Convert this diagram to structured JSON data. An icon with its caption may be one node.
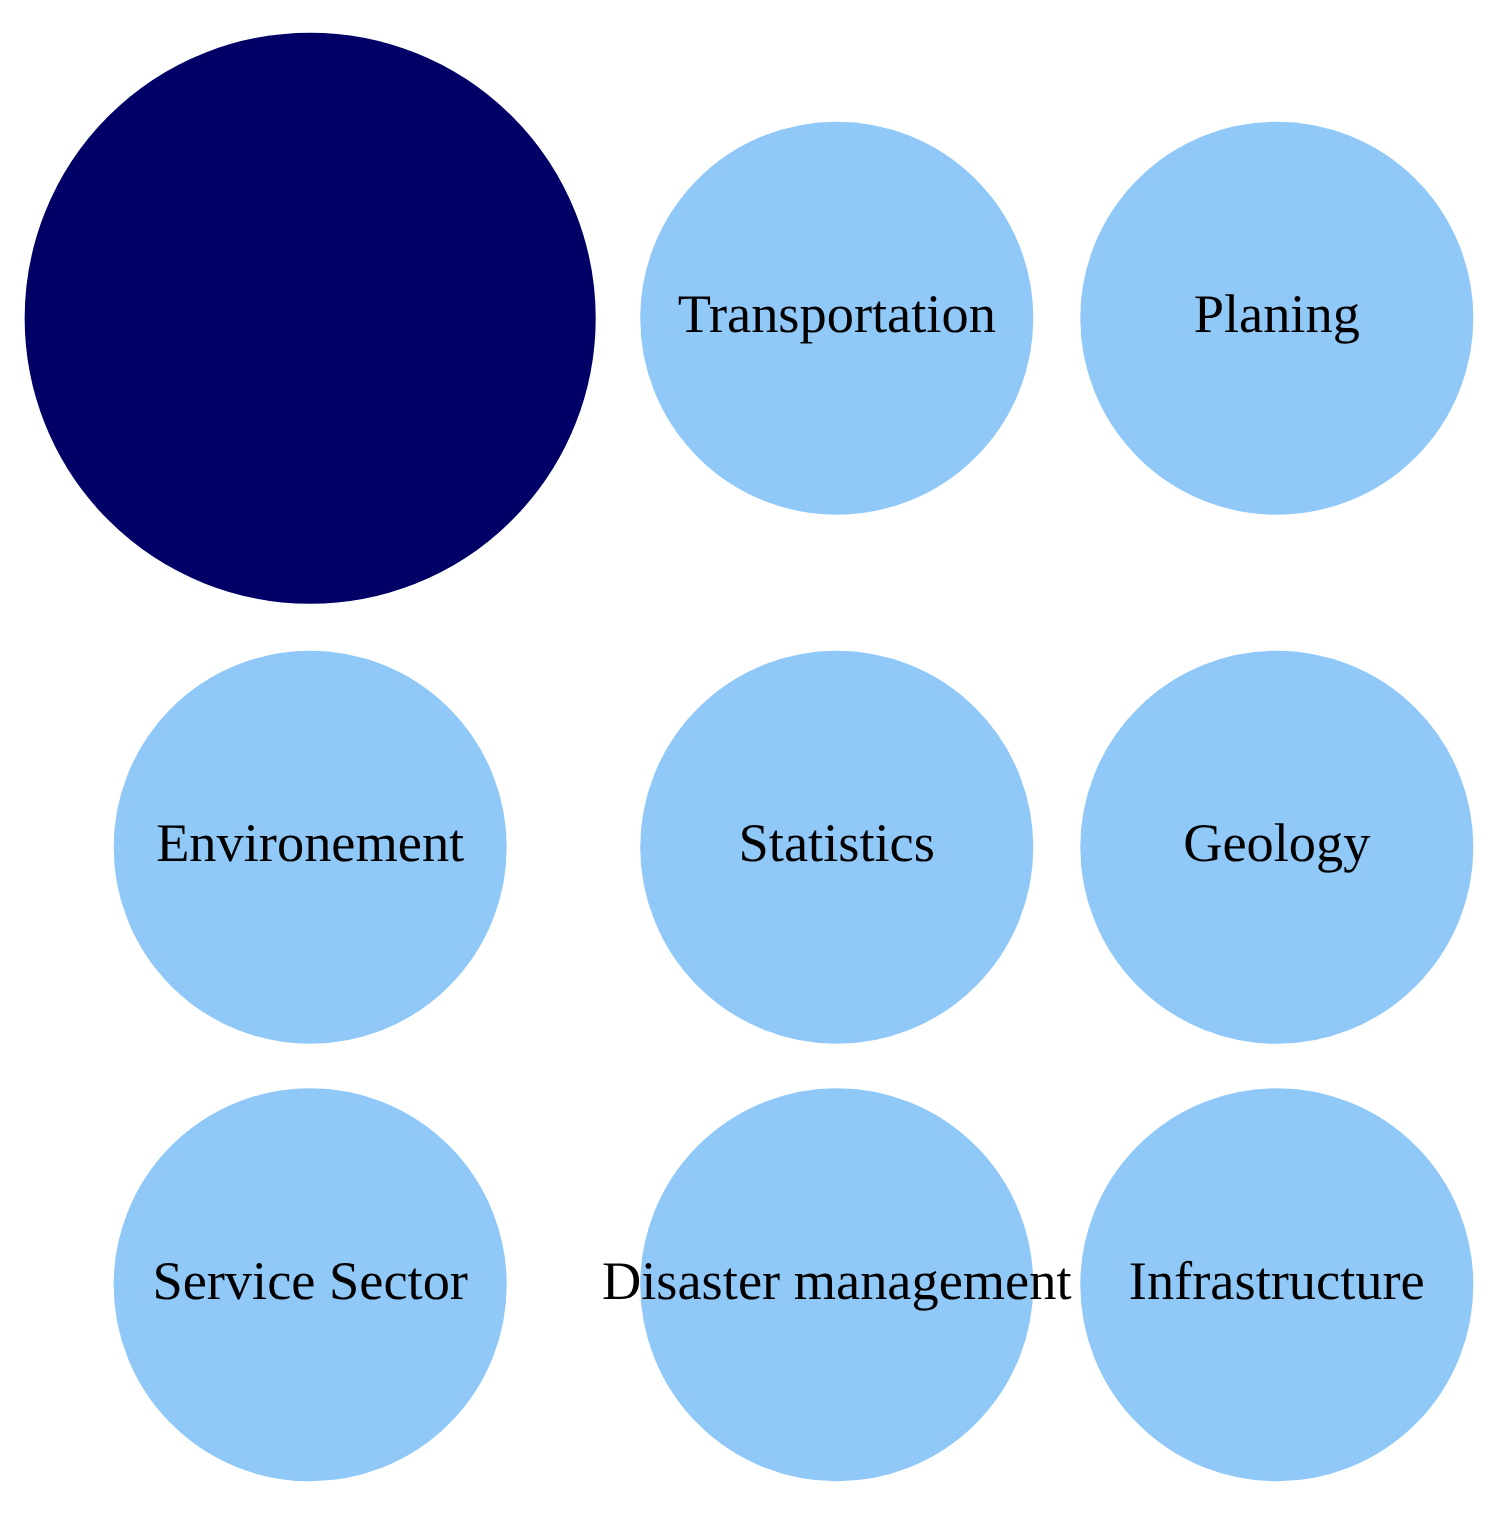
{
  "diagram": {
    "nodes": [
      {
        "text": [],
        "shape": "circle"
      },
      {
        "text": [
          "Planing"
        ]
      },
      {
        "text": [
          "Environement"
        ]
      },
      {
        "text": [
          "Geology"
        ]
      },
      {
        "text": [
          "Infrastructure"
        ]
      },
      {
        "text": [
          "Disaster management"
        ]
      },
      {
        "text": [
          "Service Sector"
        ]
      },
      {
        "text": [
          "Statistics"
        ]
      },
      {
        "text": [
          "Transportation"
        ]
      }
    ]
  }
}
